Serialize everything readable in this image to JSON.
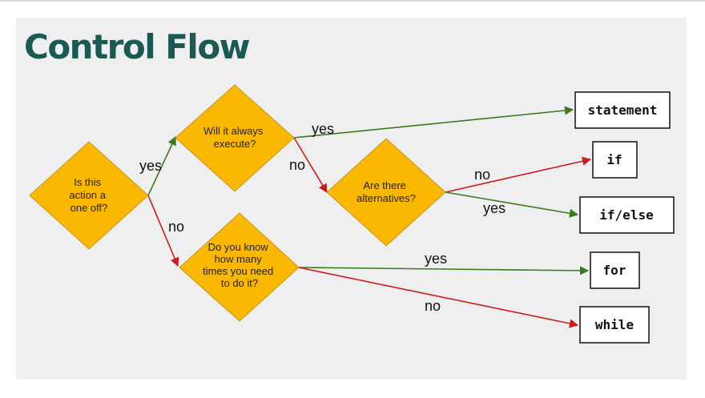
{
  "title": "Control Flow",
  "colors": {
    "diamond_fill": "#fbb800",
    "yes_arrow": "#3d7a1f",
    "no_arrow": "#cc1b1b",
    "title": "#1a5a52"
  },
  "questions": [
    {
      "id": "one-off",
      "lines": [
        "Is this",
        "action a",
        "one off?"
      ]
    },
    {
      "id": "always-execute",
      "lines": [
        "Will it always",
        "execute?"
      ]
    },
    {
      "id": "alternatives",
      "lines": [
        "Are there",
        "alternatives?"
      ]
    },
    {
      "id": "know-times",
      "lines": [
        "Do you know",
        "how many",
        "times you need",
        "to do it?"
      ]
    }
  ],
  "outcomes": [
    "statement",
    "if",
    "if/else",
    "for",
    "while"
  ],
  "edges": [
    {
      "from": "one-off",
      "to": "always-execute",
      "label": "yes",
      "type": "yes"
    },
    {
      "from": "one-off",
      "to": "know-times",
      "label": "no",
      "type": "no"
    },
    {
      "from": "always-execute",
      "to": "statement",
      "label": "yes",
      "type": "yes"
    },
    {
      "from": "always-execute",
      "to": "alternatives",
      "label": "no",
      "type": "no"
    },
    {
      "from": "alternatives",
      "to": "if",
      "label": "no",
      "type": "no"
    },
    {
      "from": "alternatives",
      "to": "if/else",
      "label": "yes",
      "type": "yes"
    },
    {
      "from": "know-times",
      "to": "for",
      "label": "yes",
      "type": "yes"
    },
    {
      "from": "know-times",
      "to": "while",
      "label": "no",
      "type": "no"
    }
  ]
}
